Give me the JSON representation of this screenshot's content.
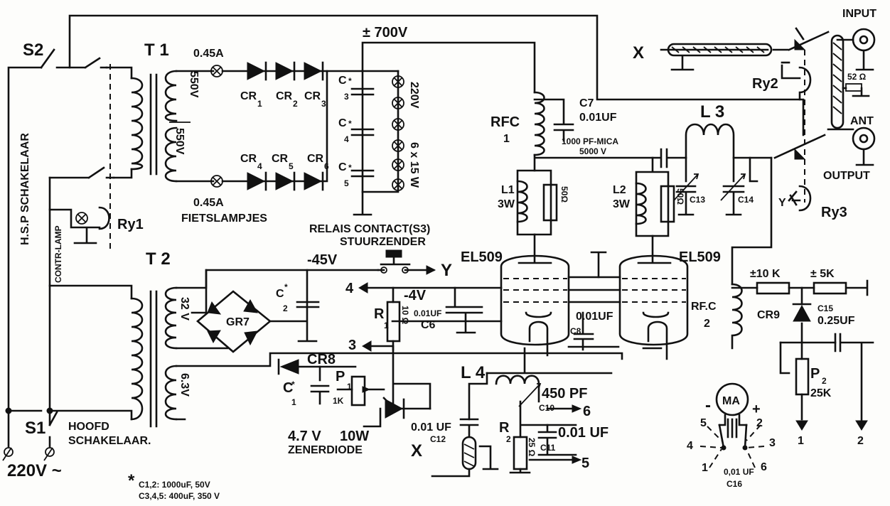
{
  "labels": {
    "s2": "S2",
    "hsp": "H.S.P SCHAKELAAR",
    "contr": "CONTR-LAMP",
    "ry1": "Ry1",
    "t1": "T 1",
    "t2": "T 2",
    "v550a": "550V",
    "v550b": "550V",
    "fuse_top": "0.45A",
    "fuse_bot": "0.45A",
    "fiets": "FIETSLAMPJES",
    "cr1": "CR",
    "cr1n": "1",
    "cr2": "CR",
    "cr2n": "2",
    "cr3": "CR",
    "cr3n": "3",
    "cr4": "CR",
    "cr4n": "4",
    "cr5": "CR",
    "cr5n": "5",
    "cr6": "CR",
    "cr6n": "6",
    "hv": "± 700V",
    "c3": "C",
    "c3n": "3",
    "c4": "C",
    "c4n": "4",
    "c5": "C",
    "c5n": "5",
    "lamps_v": "220V",
    "lamps_w": "6 x 15 W",
    "rfc1": "RFC",
    "rfc1n": "1",
    "c7": "C7",
    "c7v": "0.01UF",
    "mica": "1000 PF-MICA",
    "mica_v": "5000 V",
    "l1": "L1",
    "l1w": "3W",
    "r50a": "50Ω",
    "l2": "L2",
    "l2w": "3W",
    "r50b": "50Ω",
    "l3": "L 3",
    "c13": "C13",
    "c14": "C14",
    "x1": "X",
    "input": "INPUT",
    "ry2": "Ry2",
    "r52": "52 Ω",
    "ant": "ANT",
    "output": "OUTPUT",
    "ry3": "Ry3",
    "y1": "Y",
    "relais": "RELAIS CONTACT(S3)",
    "stuur": "STUURZENDER",
    "y2": "Y",
    "v45": "-45V",
    "v32": "32 V",
    "c2": "C",
    "c2n": "2",
    "gr7": "GR7",
    "n4": "4",
    "v4": "-4V",
    "r1": "R",
    "r1n": "1",
    "r1v": "10 Ω",
    "c6v": "0.01UF",
    "c6": "C6",
    "n3": "3",
    "el509a": "EL509",
    "el509b": "EL509",
    "c8v": "0.01UF",
    "c8": "C8",
    "rfc2": "RF.C",
    "rfc2n": "2",
    "r10k": "±10 K",
    "r5k": "± 5K",
    "cr9": "CR9",
    "c15": "C15",
    "c15v": "0.25UF",
    "v63": "6.3V",
    "cr8": "CR8",
    "c1": "C",
    "c1n": "1",
    "p1": "P",
    "p1n": "1",
    "p1v": "1K",
    "zener_v": "4.7 V",
    "zener_w": "10W",
    "zener": "ZENERDIODE",
    "l4": "L 4",
    "pf450": "450 PF",
    "c10": "C10",
    "n6": "6",
    "c12v": "0.01 UF",
    "c12": "C12",
    "x2": "X",
    "r2": "R",
    "r2n": "2",
    "r2v": "25 Ω",
    "c11v": "0.01 UF",
    "c11": "C11",
    "n5": "5",
    "p2": "P",
    "p2n": "2",
    "p2v": "25K",
    "out1": "1",
    "out2": "2",
    "ma": "MA",
    "minus": "-",
    "plus": "+",
    "m5": "5",
    "m4": "4",
    "m1": "1",
    "m2": "2",
    "m3": "3",
    "m6": "6",
    "c16v": "0,01 UF",
    "c16": "C16",
    "s1": "S1",
    "hoofd": "HOOFD",
    "schak": "SCHAKELAAR.",
    "mains": "220V ~",
    "note1": "C1,2: 1000uF, 50V",
    "note2": "C3,4,5: 400uF, 350 V"
  }
}
